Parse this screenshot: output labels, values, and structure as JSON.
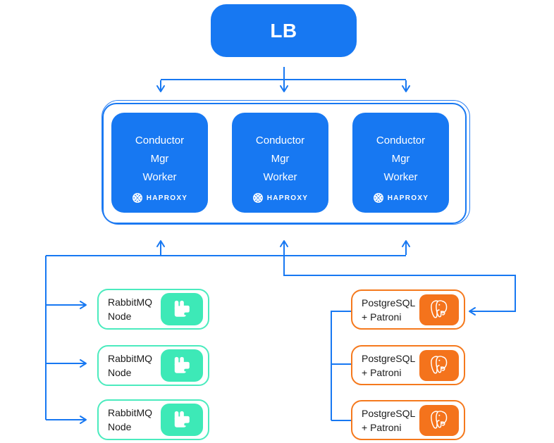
{
  "lb": {
    "label": "LB"
  },
  "workers": {
    "items": [
      {
        "lines": [
          "Conductor",
          "Mgr",
          "Worker"
        ],
        "logo_label": "HAPROXY"
      },
      {
        "lines": [
          "Conductor",
          "Mgr",
          "Worker"
        ],
        "logo_label": "HAPROXY"
      },
      {
        "lines": [
          "Conductor",
          "Mgr",
          "Worker"
        ],
        "logo_label": "HAPROXY"
      }
    ]
  },
  "rabbitmq": {
    "items": [
      {
        "line1": "RabbitMQ",
        "line2": "Node"
      },
      {
        "line1": "RabbitMQ",
        "line2": "Node"
      },
      {
        "line1": "RabbitMQ",
        "line2": "Node"
      }
    ]
  },
  "postgres": {
    "items": [
      {
        "line1": "PostgreSQL",
        "line2": "+ Patroni"
      },
      {
        "line1": "PostgreSQL",
        "line2": "+ Patroni"
      },
      {
        "line1": "PostgreSQL",
        "line2": "+ Patroni"
      }
    ]
  },
  "icons": {
    "haproxy": "haproxy-globe-icon",
    "rabbitmq": "rabbitmq-icon",
    "postgresql": "postgresql-elephant-icon"
  },
  "colors": {
    "blue": "#1778F2",
    "mint": "#3DE9B7",
    "orange": "#F4731C",
    "text": "#1b1b1b",
    "white": "#ffffff"
  }
}
